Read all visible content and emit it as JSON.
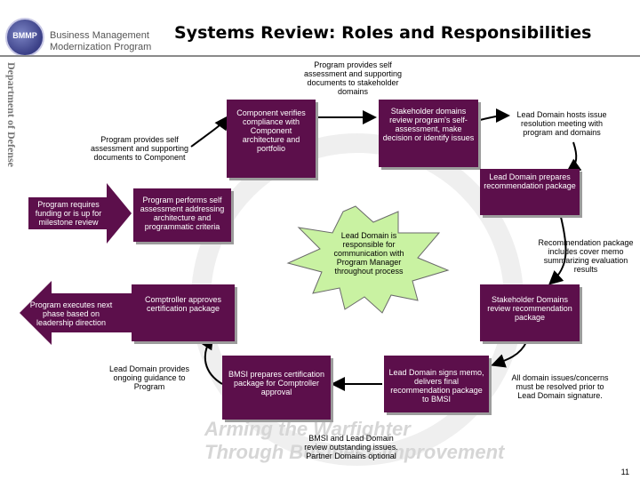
{
  "header": {
    "logo_badge": "BMMP",
    "logo_line1": "Business Management",
    "logo_line2": "Modernization Program",
    "title": "Systems Review: Roles and Responsibilities",
    "side_label": "Department of Defense"
  },
  "watermark": {
    "line1": "Arming the Warfighter",
    "line2": "Through Business Improvement"
  },
  "steps": {
    "program_self_assessment": "Program provides self assessment and supporting documents to Component",
    "component_verifies": "Component verifies compliance with Component architecture and portfolio",
    "program_self_assessment_stakeholder": "Program provides self assessment and supporting documents to stakeholder domains",
    "stakeholder_review": "Stakeholder domains review program's self-assessment, make decision or identify issues",
    "lead_domain_hosts": "Lead Domain hosts issue resolution meeting with program and domains",
    "lead_domain_prepares": "Lead Domain prepares recommendation package",
    "recommendation_includes": "Recommendation package includes cover memo summarizing evaluation results",
    "stakeholder_review_package": "Stakeholder Domains review recommendation package",
    "all_domain_issues": "All domain issues/concerns must be resolved prior to Lead Domain signature.",
    "lead_domain_signs": "Lead Domain signs memo, delivers final recommendation package to BMSI",
    "bmsi_lead_review": "BMSI and Lead Domain review outstanding issues. Partner Domains optional",
    "bmsi_prepares": "BMSI prepares certification package for Comptroller approval",
    "lead_domain_guidance": "Lead Domain provides ongoing guidance to Program",
    "comptroller_approves": "Comptroller approves certification package",
    "program_executes": "Program executes next phase based on leadership direction",
    "program_requires": "Program requires funding or is up for milestone review",
    "program_performs": "Program performs self assessment addressing architecture and programmatic criteria",
    "lead_domain_responsible": "Lead Domain is responsible for communication with Program Manager throughout process"
  },
  "page_number": "11",
  "colors": {
    "box_fill": "#5c0f4b",
    "burst_fill": "#c9f2a2",
    "arrow_fill": "#5c0f4b"
  }
}
